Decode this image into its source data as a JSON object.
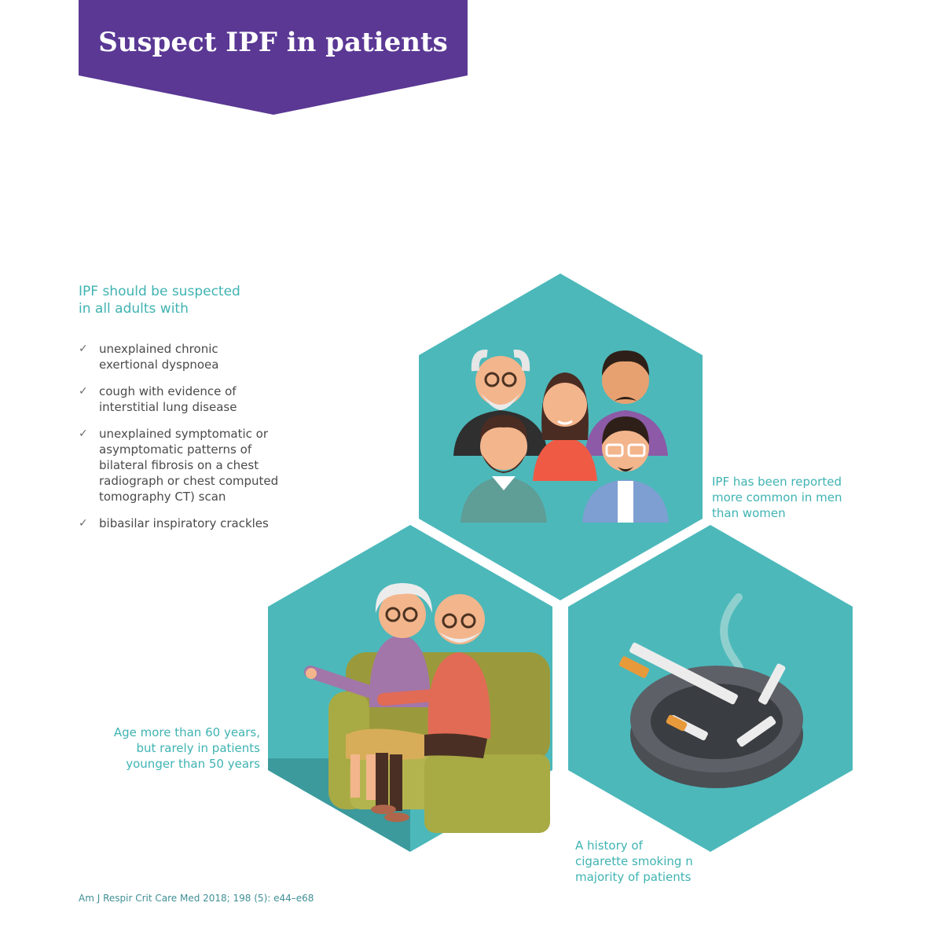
{
  "header": {
    "title": "Suspect IPF in patients",
    "color": "#5a3894"
  },
  "intro": {
    "line1": "IPF should be suspected",
    "line2": "in all adults with"
  },
  "criteria": [
    {
      "check": "✓",
      "line1": "unexplained chronic",
      "line2": "exertional dyspnoea"
    },
    {
      "check": "✓",
      "line1": "cough with evidence of",
      "line2": "interstitial lung disease"
    },
    {
      "check": "✓",
      "line1": "unexplained symptomatic or",
      "line2": "asymptomatic patterns of",
      "line3": "bilateral fibrosis on a chest",
      "line4": "radiograph or chest computed",
      "line5": "tomography CT) scan"
    },
    {
      "check": "✓",
      "line1": "bibasilar inspiratory crackles"
    }
  ],
  "captions": {
    "men": {
      "line1": "IPF has been reported",
      "line2": "more common in men",
      "line3": "than women"
    },
    "age": {
      "line1": "Age more than 60 years,",
      "line2": "but rarely in patients",
      "line3": "younger than 50 years"
    },
    "smoking": {
      "line1": "A history of",
      "line2": "cigarette smoking n",
      "line3": "majority of patients"
    }
  },
  "citation": "Am J Respir Crit Care Med 2018; 198 (5): e44–e68",
  "colors": {
    "accent": "#3fb3b2",
    "hexagon": "#4cb8ba",
    "text": "#4a4a4a"
  },
  "illustrations": {
    "group": "group-of-people-illustration",
    "couple": "elderly-couple-on-sofa-illustration",
    "ashtray": "ashtray-with-cigarettes-illustration"
  }
}
